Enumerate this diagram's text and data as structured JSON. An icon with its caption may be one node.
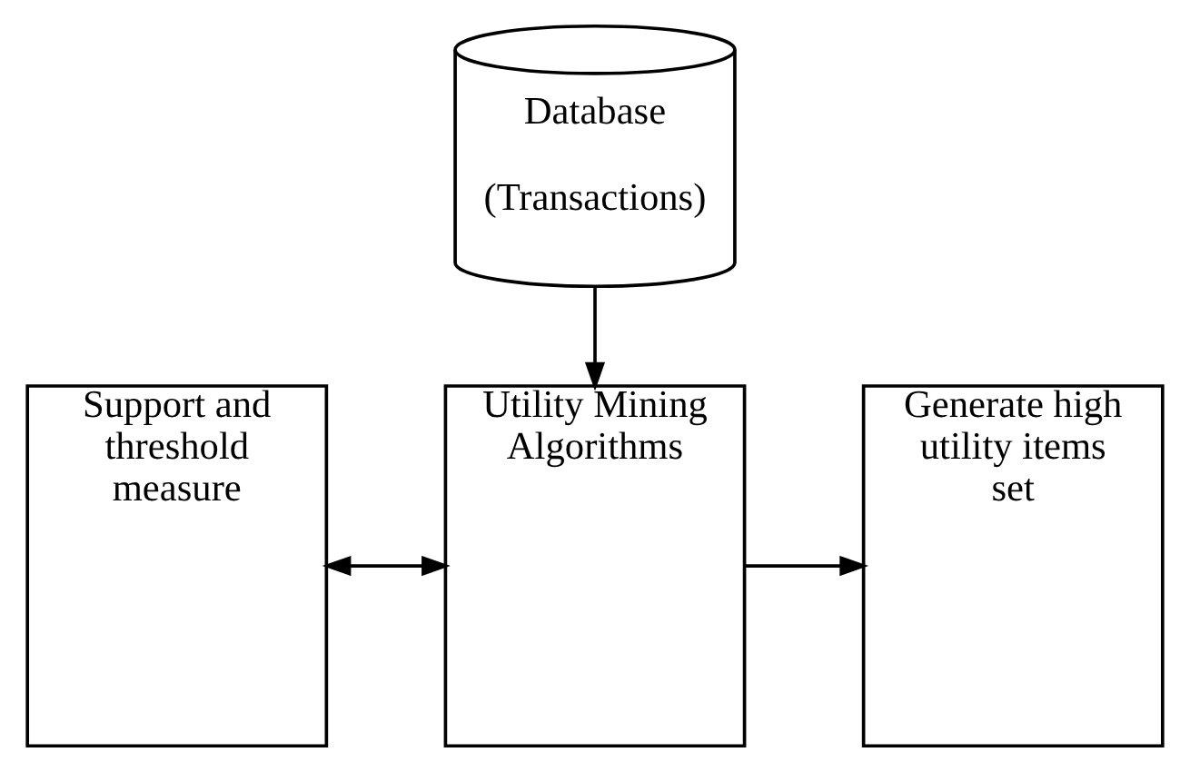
{
  "diagram": {
    "nodes": [
      {
        "text": [
          "Database",
          "(Transactions)"
        ]
      },
      {
        "text": [
          "Support and threshold measure"
        ]
      },
      {
        "text": [
          "Utility Mining Algorithms"
        ]
      },
      {
        "text": [
          "Generate high utility items set"
        ]
      }
    ],
    "edges": [
      {
        "from": 0,
        "to": 2,
        "arrow": "to"
      },
      {
        "from": 1,
        "to": 2,
        "arrow": "both"
      },
      {
        "from": 2,
        "to": 3,
        "arrow": "to"
      }
    ]
  }
}
